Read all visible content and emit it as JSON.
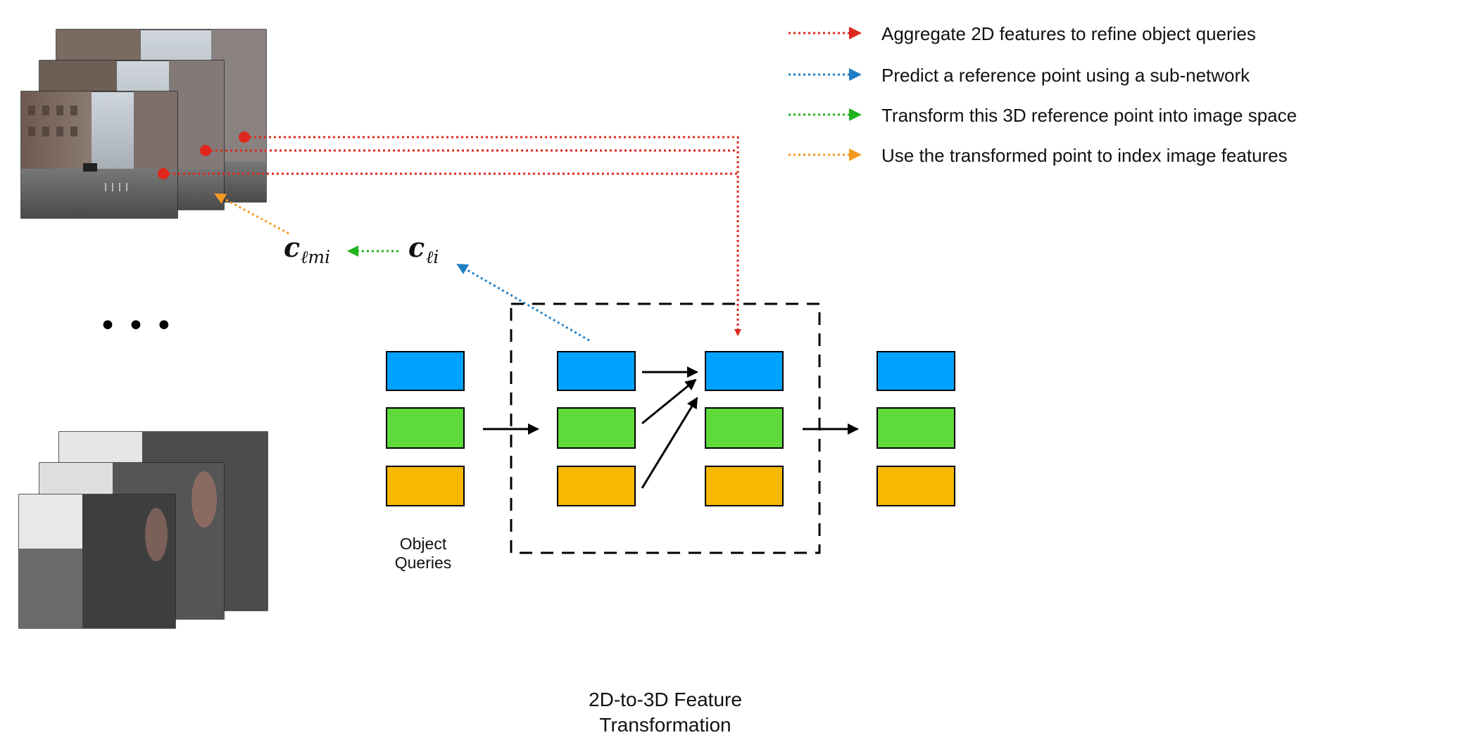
{
  "legend": [
    {
      "label": "Aggregate 2D features to refine object queries",
      "color": "#e0261c"
    },
    {
      "label": "Predict a reference point using a sub-network",
      "color": "#1f7fc4"
    },
    {
      "label": "Transform this 3D reference point into image space",
      "color": "#22b21e"
    },
    {
      "label": "Use the transformed point to index image features",
      "color": "#f29a1f"
    }
  ],
  "symbols": {
    "c_lmi_base": "c",
    "c_lmi_sub": "ℓmi",
    "c_li_base": "c",
    "c_li_sub": "ℓi"
  },
  "ellipsis": "• • •",
  "labels": {
    "object_queries_line1": "Object",
    "object_queries_line2": "Queries",
    "transform_line1": "2D-to-3D Feature",
    "transform_line2": "Transformation"
  },
  "colors": {
    "query_blue": "#00a2ff",
    "query_green": "#5fda3b",
    "query_orange": "#f6b800"
  },
  "icons": [
    "camera-image-stack",
    "ellipsis-dots",
    "arrow-icon"
  ]
}
